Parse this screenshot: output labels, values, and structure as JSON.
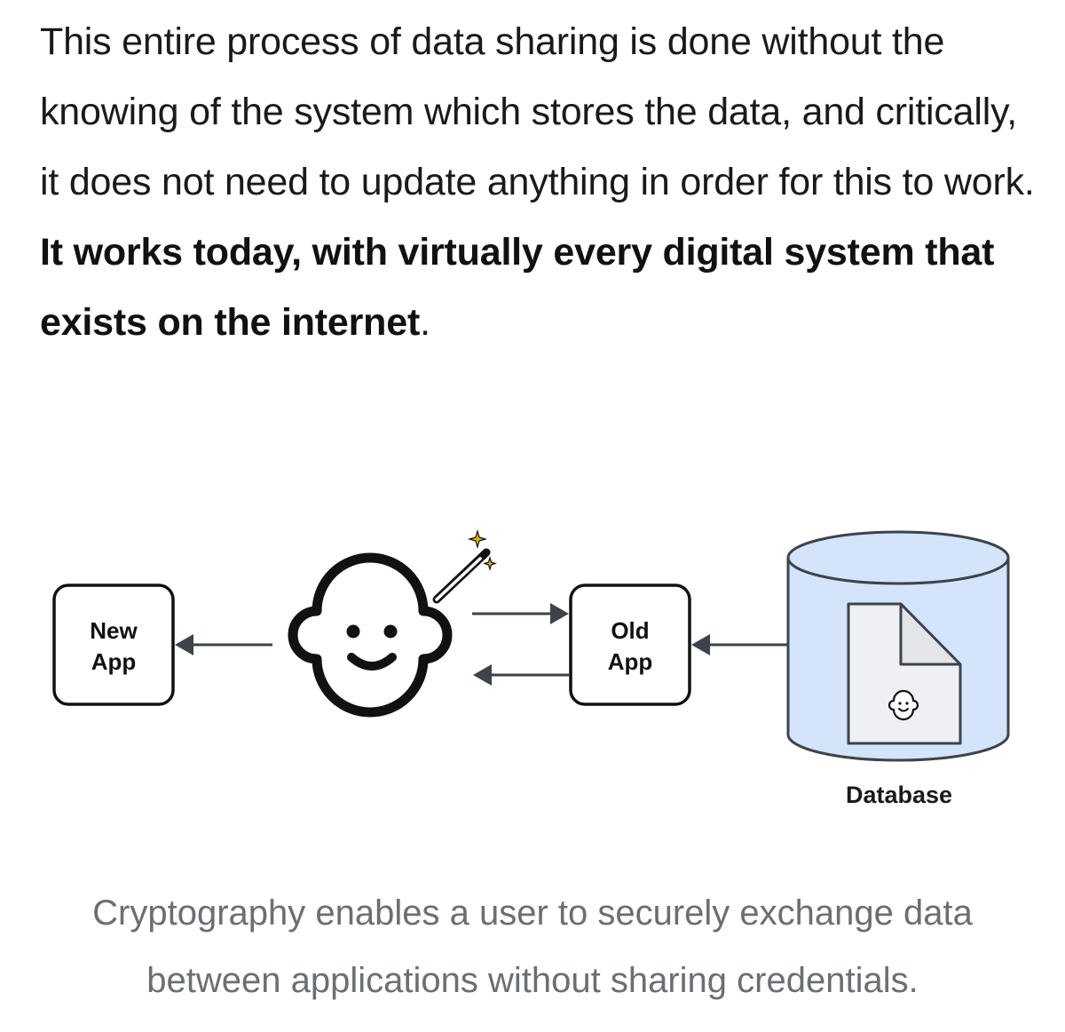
{
  "article": {
    "paragraph_start": "This entire process of data sharing is done without the knowing of the system which stores the data, and critically, it does not need to update anything in order for this to work. ",
    "paragraph_bold": "It works today, with virtually every digital system that exists on the internet",
    "paragraph_end": "."
  },
  "diagram": {
    "new_app_line1": "New",
    "new_app_line2": "App",
    "old_app_line1": "Old",
    "old_app_line2": "App",
    "database_label": "Database",
    "colors": {
      "box_border": "#111111",
      "arrow": "#3d4349",
      "database_fill": "#d4e4fb",
      "database_stroke": "#3d4349",
      "document_fill": "#eef0f3",
      "sparkle": "#e0b800"
    },
    "icons": [
      "smiley-user-icon",
      "magic-wand-icon",
      "sparkle-icon",
      "document-icon",
      "small-smiley-icon"
    ]
  },
  "caption": {
    "line1": "Cryptography enables a user to securely exchange data",
    "line2": "between applications without sharing credentials."
  }
}
